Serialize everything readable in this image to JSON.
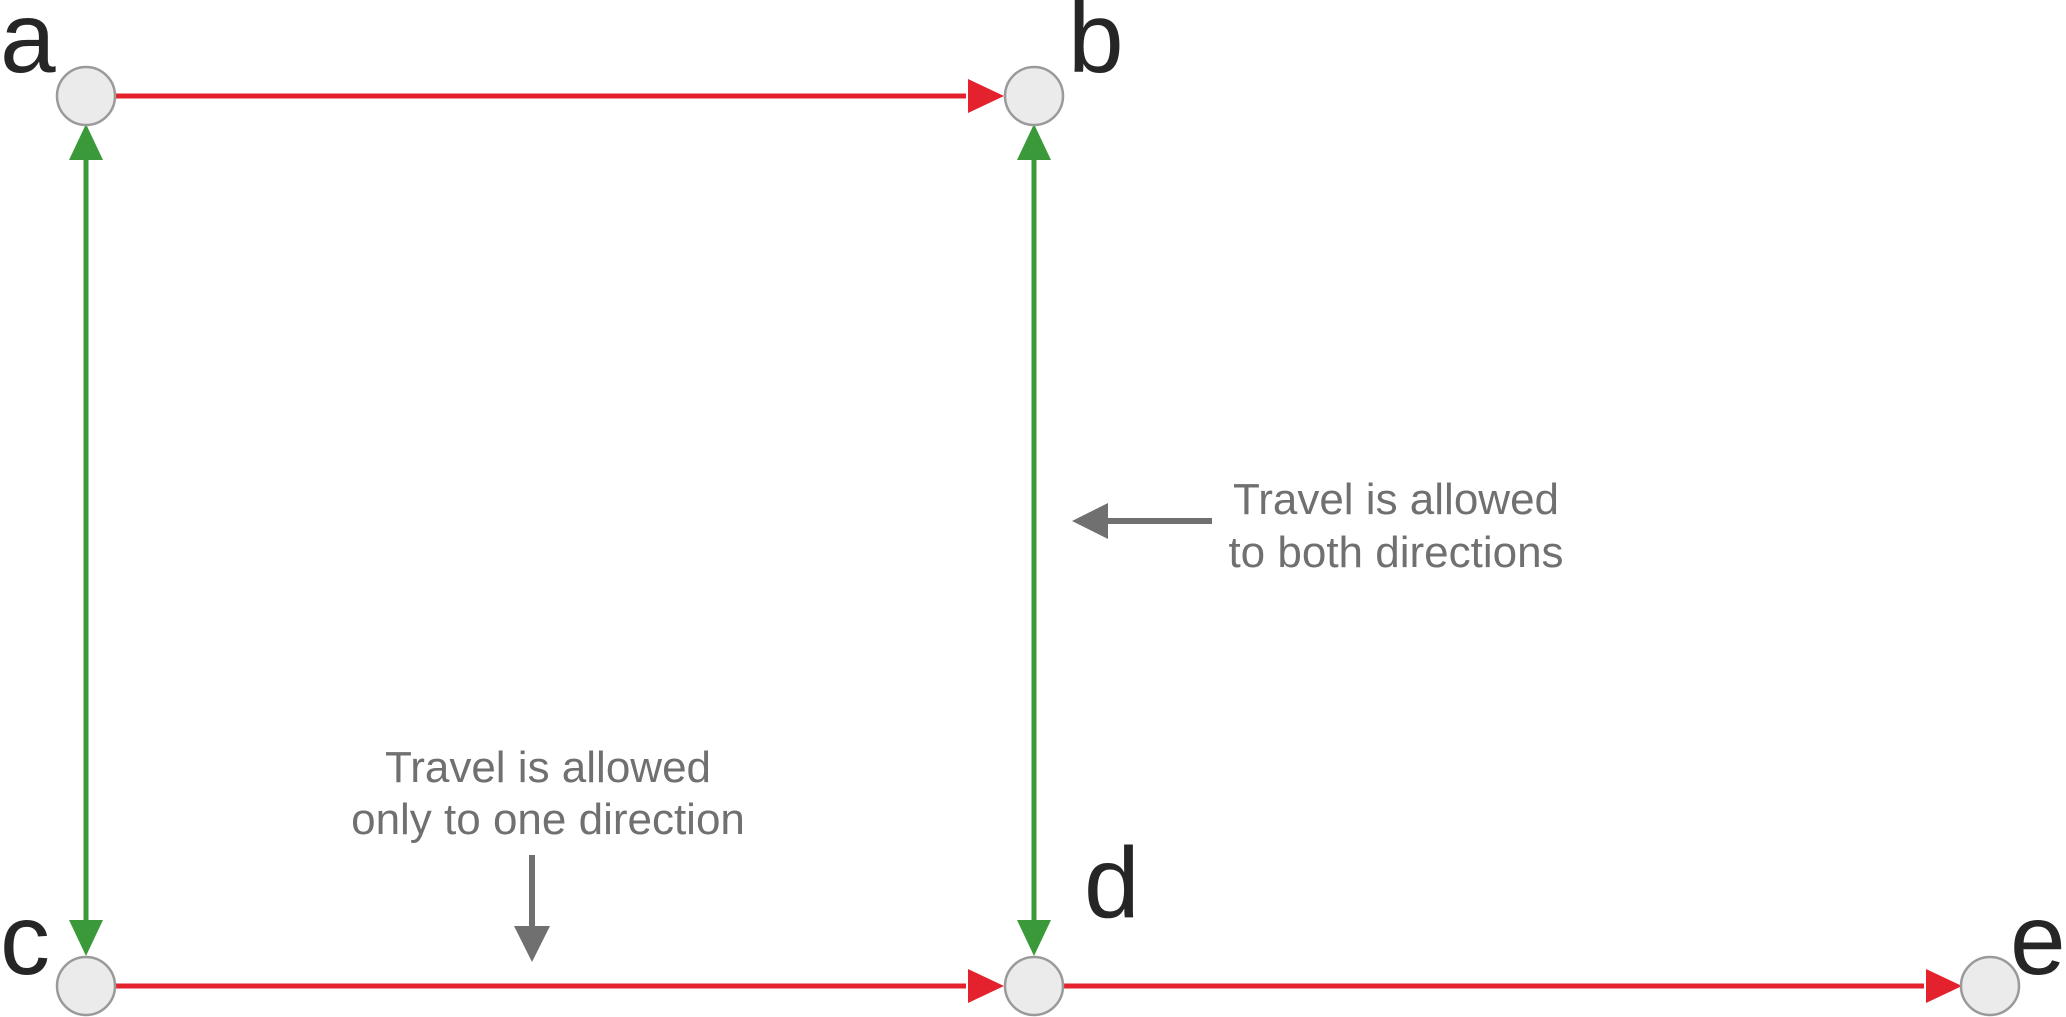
{
  "nodes": {
    "a": "a",
    "b": "b",
    "c": "c",
    "d": "d",
    "e": "e"
  },
  "annotations": {
    "both_directions": [
      "Travel is allowed",
      "to both directions"
    ],
    "one_direction": [
      "Travel is allowed",
      "only to one direction"
    ]
  },
  "colors": {
    "one_way_edge": "#e3222d",
    "two_way_edge": "#3a9a39",
    "annotation": "#707070",
    "node_fill": "#ebebeb",
    "node_stroke": "#9a9a9a",
    "label": "#262626"
  }
}
